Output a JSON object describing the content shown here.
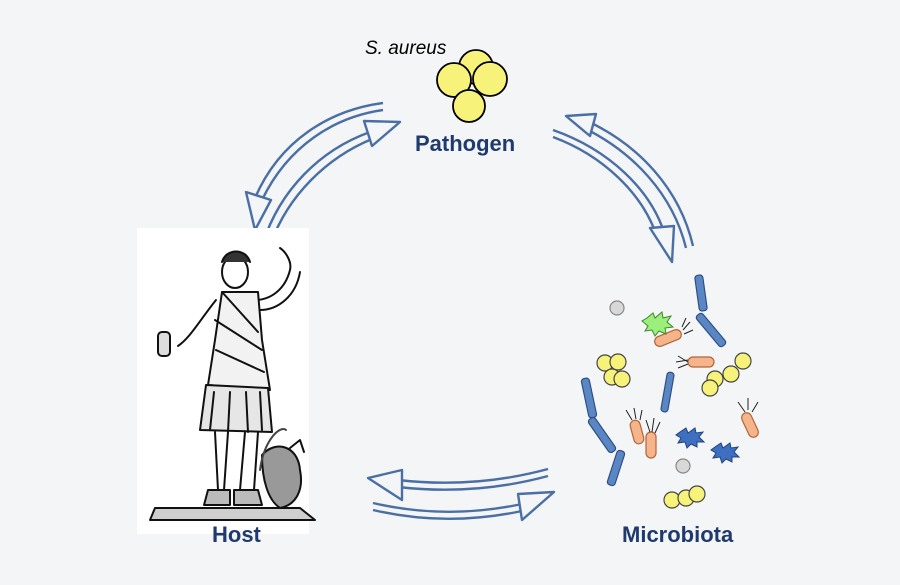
{
  "nodes": {
    "pathogen": {
      "label": "Pathogen",
      "species": "S. aureus"
    },
    "host": {
      "label": "Host"
    },
    "microbiota": {
      "label": "Microbiota"
    }
  },
  "colors": {
    "label": "#1f3a6e",
    "arrow": "#4a6fa5",
    "coccus_fill": "#f7f27a",
    "rod_blue": "#5b86c4",
    "rod_peach": "#f6b48a",
    "spiky_green": "#9bef7a",
    "spiky_blue": "#3f6fc0",
    "spore_grey": "#d8d8d8"
  },
  "icons": {
    "pathogen": "staphylococcus-cluster-icon",
    "host": "greek-goddess-statue-illustration",
    "microbiota": "mixed-bacteria-icon"
  }
}
